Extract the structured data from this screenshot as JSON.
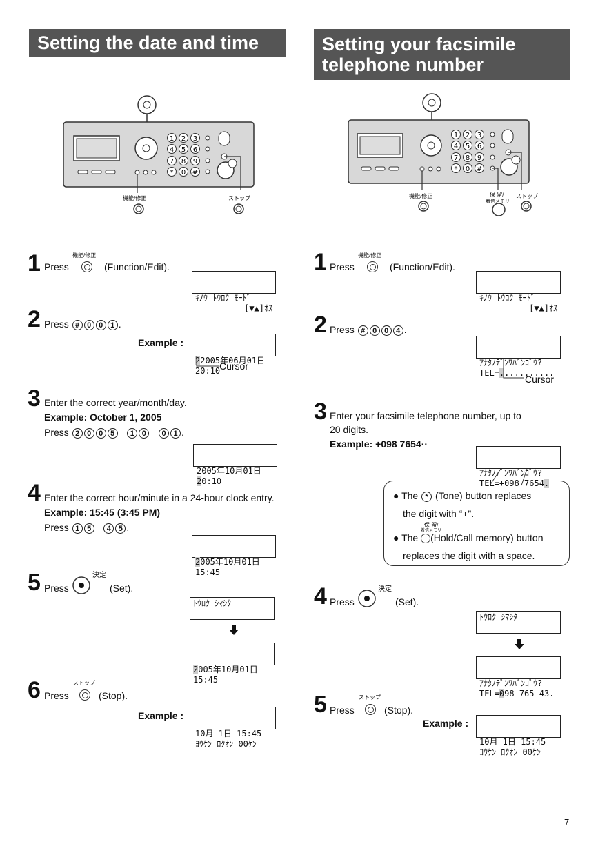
{
  "left": {
    "title": "Setting the date and time",
    "device_labels": {
      "function": "機能/修正",
      "stop": "ストップ"
    },
    "steps": [
      {
        "num": "1",
        "press": "Press",
        "button_label": "機能/修正",
        "action": "(Function/Edit).",
        "lcd": [
          "ｷﾉｳ ﾄｳﾛｸ ﾓｰﾄﾞ",
          "[▼▲]ｵｽ"
        ]
      },
      {
        "num": "2",
        "press": "Press",
        "keys": [
          "#",
          "0",
          "0",
          "1"
        ],
        "example": "Example :",
        "lcd": [
          "2005年06月01日",
          "20:10"
        ],
        "cursor": "Cursor"
      },
      {
        "num": "3",
        "text": "Enter the correct year/month/day.",
        "example": "Example: October 1, 2005",
        "press": "Press",
        "keys": [
          "2",
          "0",
          "0",
          "5",
          "1",
          "0",
          "0",
          "1"
        ],
        "lcd": [
          "2005年10月01日",
          "20:10"
        ]
      },
      {
        "num": "4",
        "text": "Enter the correct hour/minute in a 24-hour clock entry.",
        "example": "Example: 15:45 (3:45 PM)",
        "press": "Press",
        "keys": [
          "1",
          "5",
          "4",
          "5"
        ],
        "lcd": [
          "2005年10月01日",
          "15:45"
        ]
      },
      {
        "num": "5",
        "press": "Press",
        "set_label": "決定",
        "action": "(Set).",
        "lcd_a": [
          "ﾄｳﾛｸ ｼﾏｼﾀ"
        ],
        "lcd_b": [
          "2005年10月01日",
          "15:45"
        ]
      },
      {
        "num": "6",
        "press": "Press",
        "stop_label": "ストップ",
        "action": "(Stop).",
        "example": "Example :",
        "lcd": [
          "10月 1日 15:45",
          "ﾖｳｹﾝ ﾛｸｵﾝ 00ｹﾝ"
        ]
      }
    ]
  },
  "right": {
    "title_line1": "Setting your facsimile",
    "title_line2": "telephone number",
    "device_labels": {
      "function": "機能/修正",
      "hold1": "保 留/",
      "hold2": "着信メモリー",
      "stop": "ストップ"
    },
    "steps": [
      {
        "num": "1",
        "press": "Press",
        "button_label": "機能/修正",
        "action": "(Function/Edit).",
        "lcd": [
          "ｷﾉｳ ﾄｳﾛｸ ﾓｰﾄﾞ",
          "[▼▲]ｵｽ"
        ]
      },
      {
        "num": "2",
        "press": "Press",
        "keys": [
          "#",
          "0",
          "0",
          "4"
        ],
        "lcd": [
          "ｱﾅﾀﾉﾃﾞﾝﾜﾊﾞﾝｺﾞｳ?",
          "TEL=",
          ".........."
        ],
        "cursor": "Cursor"
      },
      {
        "num": "3",
        "text1": "Enter your facsimile telephone number, up to",
        "text2": "20 digits.",
        "example": "Example: +098 7654··",
        "lcd": [
          "ｱﾅﾀﾉﾃﾞﾝﾜﾊﾞﾝｺﾞｳ?",
          "TEL=+098 7654",
          "."
        ],
        "note1a": "The",
        "note1b": "(Tone) button replaces",
        "note1c": "the digit with “+”.",
        "note2a": "The",
        "note2b": "(Hold/Call memory) button",
        "note2c": "replaces the digit with a space.",
        "hold_small1": "保 留/",
        "hold_small2": "着信メモリー"
      },
      {
        "num": "4",
        "press": "Press",
        "set_label": "決定",
        "action": "(Set).",
        "lcd_a": [
          "ﾄｳﾛｸ ｼﾏｼﾀ"
        ],
        "lcd_b": [
          "ｱﾅﾀﾉﾃﾞﾝﾜﾊﾞﾝｺﾞｳ?",
          "TEL=",
          "0",
          "98 765 43."
        ]
      },
      {
        "num": "5",
        "press": "Press",
        "stop_label": "ストップ",
        "action": "(Stop).",
        "example": "Example :",
        "lcd": [
          "10月 1日 15:45",
          "ﾖｳｹﾝ ﾛｸｵﾝ 00ｹﾝ"
        ]
      }
    ]
  },
  "page_number": "7"
}
